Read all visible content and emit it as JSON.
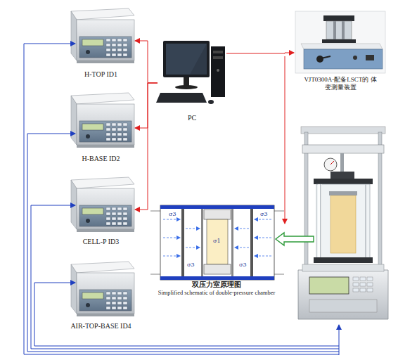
{
  "diagram": {
    "nodes": [
      {
        "text": [
          "H-TOP ID1"
        ]
      },
      {
        "text": [
          "H-BASE ID2"
        ]
      },
      {
        "text": [
          "CELL-P ID3"
        ]
      },
      {
        "text": [
          "AIR-TOP-BASE ID4"
        ]
      },
      {
        "text": [
          "PC"
        ]
      },
      {
        "text": [
          "VJT0300A-配备LSCT的 体变测量装置"
        ]
      },
      {
        "text": [
          "双压力室原理图",
          "Simplified schematic of double-pressure chamber"
        ]
      }
    ],
    "edges": [
      {
        "from": 4,
        "to": 0,
        "arrow": "to"
      },
      {
        "from": 4,
        "to": 1,
        "arrow": "to"
      },
      {
        "from": 4,
        "to": 2,
        "arrow": "to"
      },
      {
        "from": 4,
        "to": 5,
        "arrow": "to"
      }
    ],
    "labels": [
      "σ1",
      "σ3",
      "σ3",
      "σ3",
      "σ3"
    ]
  }
}
